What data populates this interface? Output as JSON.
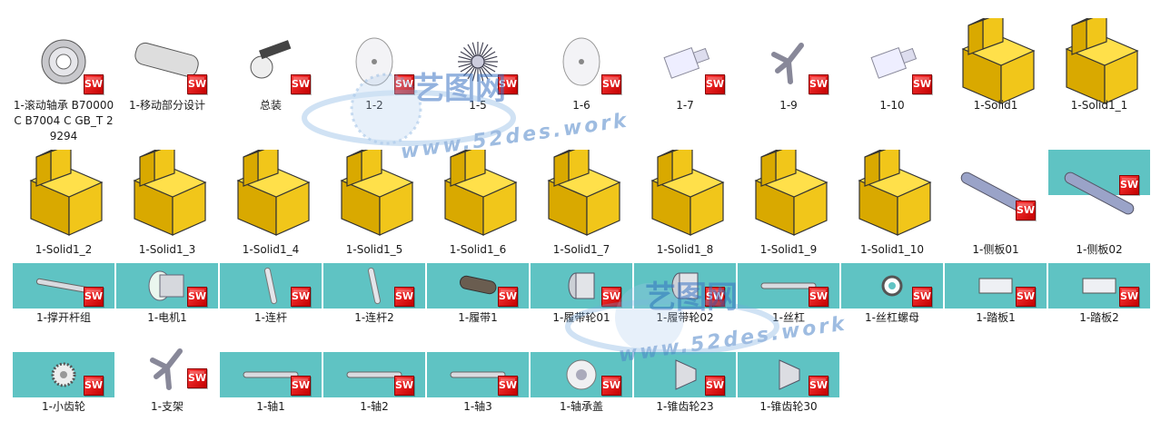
{
  "colors": {
    "teal_thumb": "#5fc3c3",
    "sw_badge": "#d40000",
    "solid_yellow": "#f5cd1a",
    "watermark": "#4f86c9"
  },
  "badge_text": "SW",
  "watermark": {
    "cn": "艺图网",
    "url": "www.52des.work"
  },
  "files": [
    {
      "label": "1-滚动轴承 B70000C B7004 C GB_T 29294",
      "icon": "bearing-icon",
      "thumb": "white"
    },
    {
      "label": "1-移动部分设计",
      "icon": "moving-assembly-icon",
      "thumb": "white"
    },
    {
      "label": "总装",
      "icon": "assembly-icon",
      "thumb": "white"
    },
    {
      "label": "1-2",
      "icon": "disc-icon",
      "thumb": "white"
    },
    {
      "label": "1-5",
      "icon": "spiked-wheel-icon",
      "thumb": "white"
    },
    {
      "label": "1-6",
      "icon": "disc-icon",
      "thumb": "white"
    },
    {
      "label": "1-7",
      "icon": "cylinder-icon",
      "thumb": "white"
    },
    {
      "label": "1-9",
      "icon": "bracket-icon",
      "thumb": "white"
    },
    {
      "label": "1-10",
      "icon": "cylinder-icon",
      "thumb": "white"
    },
    {
      "label": "1-Solid1",
      "icon": "solid-block-icon",
      "thumb": "white"
    },
    {
      "label": "1-Solid1_1",
      "icon": "solid-block-icon",
      "thumb": "white"
    },
    {
      "label": "1-Solid1_2",
      "icon": "solid-block-icon",
      "thumb": "white"
    },
    {
      "label": "1-Solid1_3",
      "icon": "solid-block-icon",
      "thumb": "white"
    },
    {
      "label": "1-Solid1_4",
      "icon": "solid-block-icon",
      "thumb": "white"
    },
    {
      "label": "1-Solid1_5",
      "icon": "solid-block-icon",
      "thumb": "white"
    },
    {
      "label": "1-Solid1_6",
      "icon": "solid-block-icon",
      "thumb": "white"
    },
    {
      "label": "1-Solid1_7",
      "icon": "solid-block-icon",
      "thumb": "white"
    },
    {
      "label": "1-Solid1_8",
      "icon": "solid-block-icon",
      "thumb": "white"
    },
    {
      "label": "1-Solid1_9",
      "icon": "solid-block-icon",
      "thumb": "white"
    },
    {
      "label": "1-Solid1_10",
      "icon": "solid-block-icon",
      "thumb": "white"
    },
    {
      "label": "1-侧板01",
      "icon": "side-plate-icon",
      "thumb": "white"
    },
    {
      "label": "1-侧板02",
      "icon": "side-plate-icon",
      "thumb": "teal"
    },
    {
      "label": "1-撑开杆组",
      "icon": "rod-icon",
      "thumb": "teal"
    },
    {
      "label": "1-电机1",
      "icon": "motor-icon",
      "thumb": "teal"
    },
    {
      "label": "1-连杆",
      "icon": "link-icon",
      "thumb": "teal"
    },
    {
      "label": "1-连杆2",
      "icon": "link-icon",
      "thumb": "teal"
    },
    {
      "label": "1-履带1",
      "icon": "track-icon",
      "thumb": "teal"
    },
    {
      "label": "1-履带轮01",
      "icon": "track-wheel-icon",
      "thumb": "teal"
    },
    {
      "label": "1-履带轮02",
      "icon": "track-wheel-icon",
      "thumb": "teal"
    },
    {
      "label": "1-丝杠",
      "icon": "screw-icon",
      "thumb": "teal"
    },
    {
      "label": "1-丝杠螺母",
      "icon": "nut-icon",
      "thumb": "teal"
    },
    {
      "label": "1-踏板1",
      "icon": "pedal-icon",
      "thumb": "teal"
    },
    {
      "label": "1-踏板2",
      "icon": "pedal-icon",
      "thumb": "teal"
    },
    {
      "label": "1-小齿轮",
      "icon": "gear-icon",
      "thumb": "teal"
    },
    {
      "label": "1-支架",
      "icon": "bracket-icon",
      "thumb": "white"
    },
    {
      "label": "1-轴1",
      "icon": "shaft-icon",
      "thumb": "teal"
    },
    {
      "label": "1-轴2",
      "icon": "shaft-icon",
      "thumb": "teal"
    },
    {
      "label": "1-轴3",
      "icon": "shaft-icon",
      "thumb": "teal"
    },
    {
      "label": "1-轴承盖",
      "icon": "bearing-cap-icon",
      "thumb": "teal"
    },
    {
      "label": "1-锥齿轮23",
      "icon": "bevel-gear-icon",
      "thumb": "teal"
    },
    {
      "label": "1-锥齿轮30",
      "icon": "bevel-gear-icon",
      "thumb": "teal"
    }
  ]
}
